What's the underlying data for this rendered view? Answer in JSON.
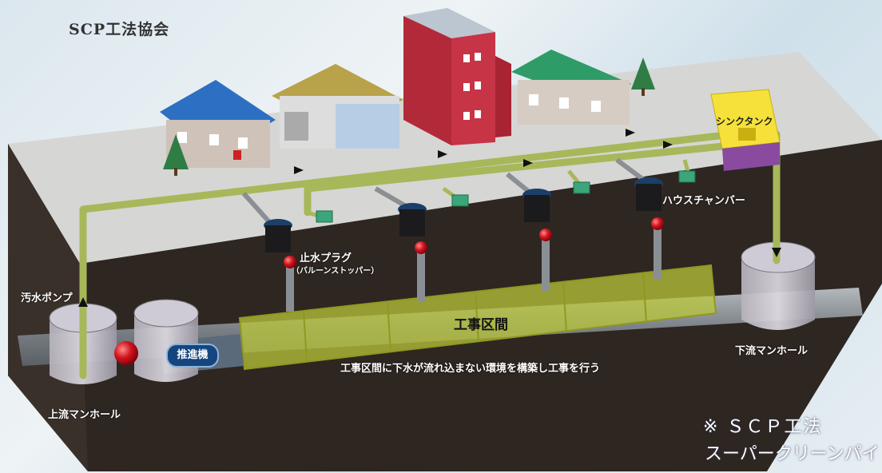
{
  "organization": "SCP工法協会",
  "labels": {
    "sink_tank": "シンクタンク",
    "house_chamber": "ハウスチャンバー",
    "stop_plug": "止水プラグ",
    "stop_plug_sub": "（バルーンストッパー）",
    "sewage_pump": "汚水ポンプ",
    "pusher": "推進機",
    "work_section": "工事区間",
    "upstream_manhole": "上流マンホール",
    "downstream_manhole": "下流マンホール",
    "caption": "工事区間に下水が流れ込まない環境を構築し工事を行う"
  },
  "note": {
    "line1": "※ ＳＣＰ工法",
    "line2": "スーパークリーンパイ"
  },
  "colors": {
    "ground_surface": "#d6d6d4",
    "soil": "#2e2621",
    "bypass_pipe": "#a7b85a",
    "sewer_pipe": "#8d9297",
    "work_section_fill": "#b9c63a",
    "plug_red": "#d2141e",
    "tank_yellow": "#f6e13a",
    "tank_base": "#8a4aa0",
    "pusher_blue": "#14457e"
  }
}
